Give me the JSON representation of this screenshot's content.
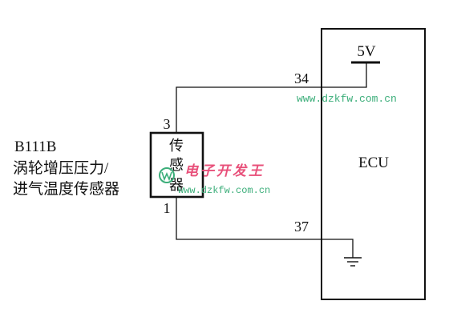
{
  "component": {
    "code": "B111B",
    "name_line1": "涡轮增压压力/",
    "name_line2": "进气温度传感器",
    "box_chars": [
      "传",
      "感",
      "器"
    ]
  },
  "ecu": {
    "label": "ECU",
    "supply": "5V"
  },
  "pins": {
    "sensor_top": "3",
    "sensor_bottom": "1",
    "ecu_supply": "34",
    "ecu_ground": "37"
  },
  "watermark": {
    "url_top": "www.dzkfw.com.cn",
    "brand": "电子开发王",
    "url_bottom": "www.dzkfw.com.cn",
    "color": "#3cae7a",
    "brand_color": "#e8507a"
  }
}
